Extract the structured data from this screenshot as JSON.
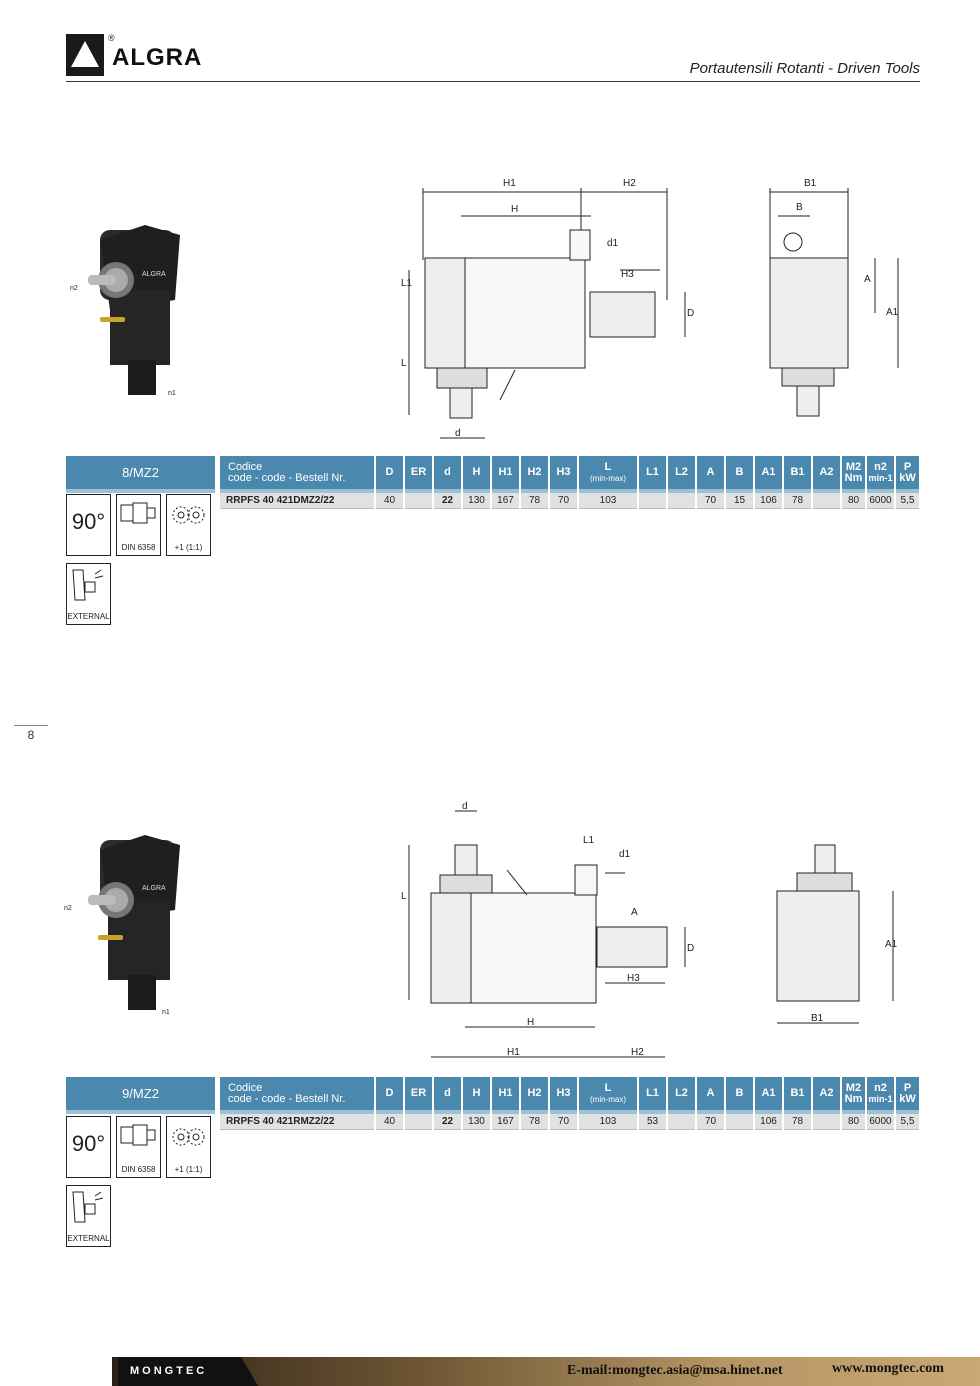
{
  "header": {
    "logo_text": "ALGRA",
    "logo_reg": "®",
    "title": "Portautensili Rotanti - Driven Tools"
  },
  "page_number": "8",
  "table_headers": {
    "codice_line1": "Codice",
    "codice_line2": "code - code - Bestell Nr.",
    "D": "D",
    "ER": "ER",
    "d": "d",
    "H": "H",
    "H1": "H1",
    "H2": "H2",
    "H3": "H3",
    "L": "L",
    "L_sub": "(min-max)",
    "L1": "L1",
    "L2": "L2",
    "A": "A",
    "B": "B",
    "A1": "A1",
    "B1": "B1",
    "A2": "A2",
    "M2": "M2",
    "M2_unit": "Nm",
    "n2": "n2",
    "n2_unit": "min-1",
    "P": "P",
    "P_unit": "kW"
  },
  "sections": [
    {
      "label": "8/MZ2",
      "angle": "90°",
      "din": "DIN 6358",
      "ratio": "+1 (1:1)",
      "coolant": "EXTERNAL",
      "row": {
        "code": "RRPFS 40 421DMZ2/22",
        "D": "40",
        "ER": "",
        "d": "22",
        "H": "130",
        "H1": "167",
        "H2": "78",
        "H3": "70",
        "L": "103",
        "L1": "",
        "L2": "",
        "A": "70",
        "B": "15",
        "A1": "106",
        "B1": "78",
        "A2": "",
        "M2": "80",
        "n2": "6000",
        "P": "5,5"
      },
      "drawing_labels": {
        "H1": "H1",
        "H2": "H2",
        "H": "H",
        "d1": "d1",
        "H3": "H3",
        "L1": "L1",
        "L": "L",
        "D": "D",
        "d": "d",
        "B1": "B1",
        "B": "B",
        "A": "A",
        "A1": "A1"
      }
    },
    {
      "label": "9/MZ2",
      "angle": "90°",
      "din": "DIN 6358",
      "ratio": "+1 (1:1)",
      "coolant": "EXTERNAL",
      "row": {
        "code": "RRPFS 40 421RMZ2/22",
        "D": "40",
        "ER": "",
        "d": "22",
        "H": "130",
        "H1": "167",
        "H2": "78",
        "H3": "70",
        "L": "103",
        "L1": "53",
        "L2": "",
        "A": "70",
        "B": "",
        "A1": "106",
        "B1": "78",
        "A2": "",
        "M2": "80",
        "n2": "6000",
        "P": "5,5"
      },
      "drawing_labels": {
        "d": "d",
        "L1": "L1",
        "d1": "d1",
        "L": "L",
        "A": "A",
        "D": "D",
        "H3": "H3",
        "H": "H",
        "H1": "H1",
        "H2": "H2",
        "A1": "A1",
        "B1": "B1"
      }
    }
  ],
  "photo_labels": {
    "n2": "n2",
    "n1": "n1",
    "brand": "ALGRA"
  },
  "footer": {
    "logo_text": "MONGTEC",
    "email": "E-mail:mongtec.asia@msa.hinet.net",
    "website": "www.mongtec.com"
  }
}
